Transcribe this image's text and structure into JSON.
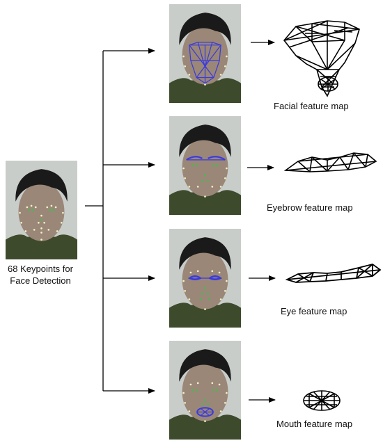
{
  "source_caption": "68 Keypoints for Face Detection",
  "branches": [
    {
      "label": "Facial feature map",
      "highlight": "face"
    },
    {
      "label": "Eyebrow feature map",
      "highlight": "eyebrow"
    },
    {
      "label": "Eye feature map",
      "highlight": "eye"
    },
    {
      "label": "Mouth feature map",
      "highlight": "mouth"
    }
  ],
  "colors": {
    "arrow": "#000000",
    "keypoint": "#f2f2c8",
    "keypoint_green": "#39c24a",
    "highlight": "#3b3bdc",
    "hair": "#1a1a1a",
    "skin": "#9a8778",
    "uniform": "#3d4a2c"
  }
}
